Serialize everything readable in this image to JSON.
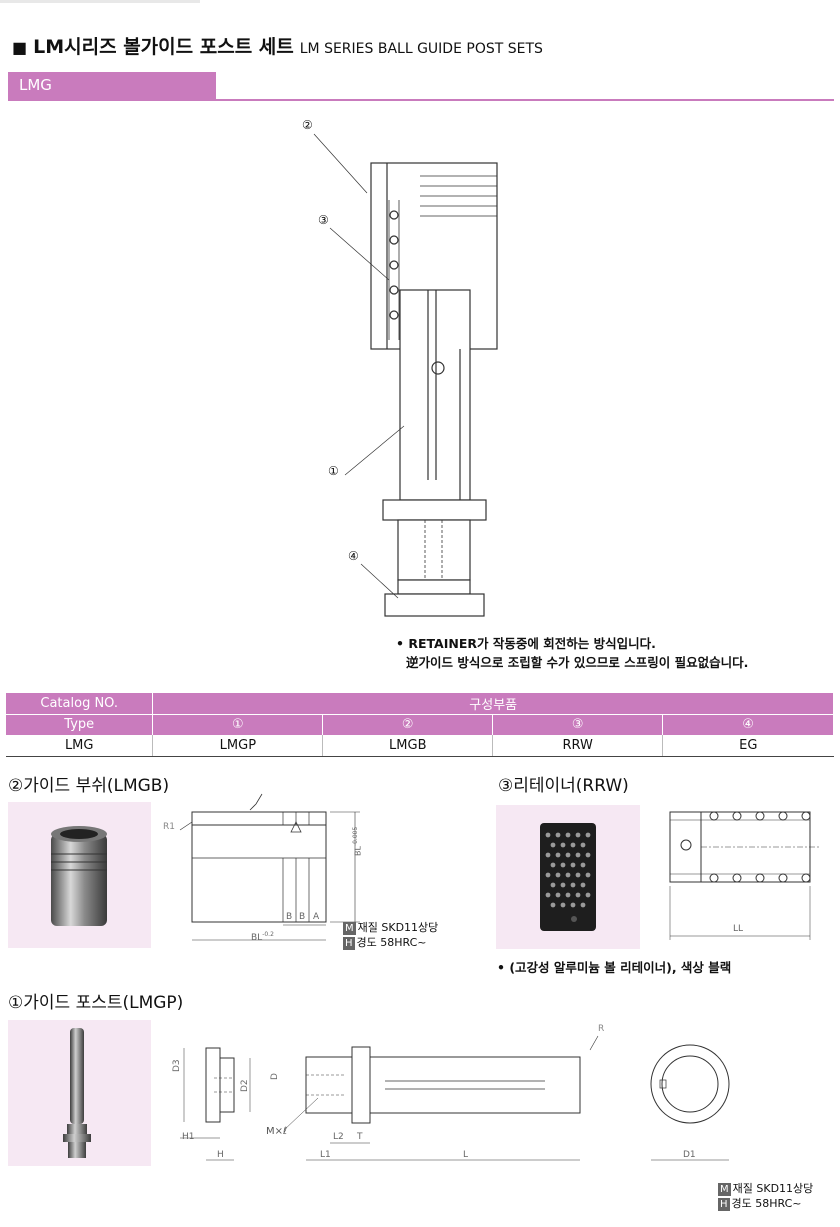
{
  "header": {
    "marker": "■",
    "title_ko": "LM시리즈 볼가이드 포스트 세트",
    "title_en": "LM SERIES BALL GUIDE POST SETS"
  },
  "tab": {
    "label": "LMG"
  },
  "assembly": {
    "callouts": [
      "②",
      "③",
      "①",
      "④"
    ]
  },
  "notes": [
    "• RETAINER가 작동중에 회전하는 방식입니다.",
    "逆가이드 방식으로 조립할 수가 있으므로 스프링이 필요없습니다."
  ],
  "table": {
    "catalog_label": "Catalog NO.",
    "type_label": "Type",
    "components_label": "구성부품",
    "part_numbers": [
      "①",
      "②",
      "③",
      "④"
    ],
    "row": [
      "LMG",
      "LMGP",
      "LMGB",
      "RRW",
      "EG"
    ]
  },
  "sections": {
    "guide_bush": {
      "title": "②가이드 부쉬(LMGB)",
      "labels": {
        "r1": "R1",
        "b1": "B",
        "b2": "B",
        "a": "A",
        "bl_bottom": "BL",
        "bl_tol": "-0.2",
        "bl_right": "BL",
        "bl_right_tol": "-0.005"
      },
      "material_badge": "M",
      "material": "재질 SKD11상당",
      "hardness_badge": "H",
      "hardness": "경도 58HRC~"
    },
    "retainer": {
      "title": "③리테이너(RRW)",
      "labels": {
        "ll": "LL"
      },
      "note": "• (고강성 알루미늄 볼 리테이너), 색상 블랙"
    },
    "guide_post": {
      "title": "①가이드 포스트(LMGP)",
      "labels": {
        "d3": "D3",
        "d2": "D2",
        "d": "D",
        "r": "R",
        "mxl": "M×ℓ",
        "h1": "H1",
        "h": "H",
        "l1": "L1",
        "l2": "L2",
        "t": "T",
        "l": "L",
        "d1": "D1"
      },
      "material_badge": "M",
      "material": "재질 SKD11상당",
      "hardness_badge": "H",
      "hardness": "경도 58HRC~"
    }
  },
  "colors": {
    "accent": "#c97bbd",
    "photo_bg": "#f6e8f3"
  }
}
